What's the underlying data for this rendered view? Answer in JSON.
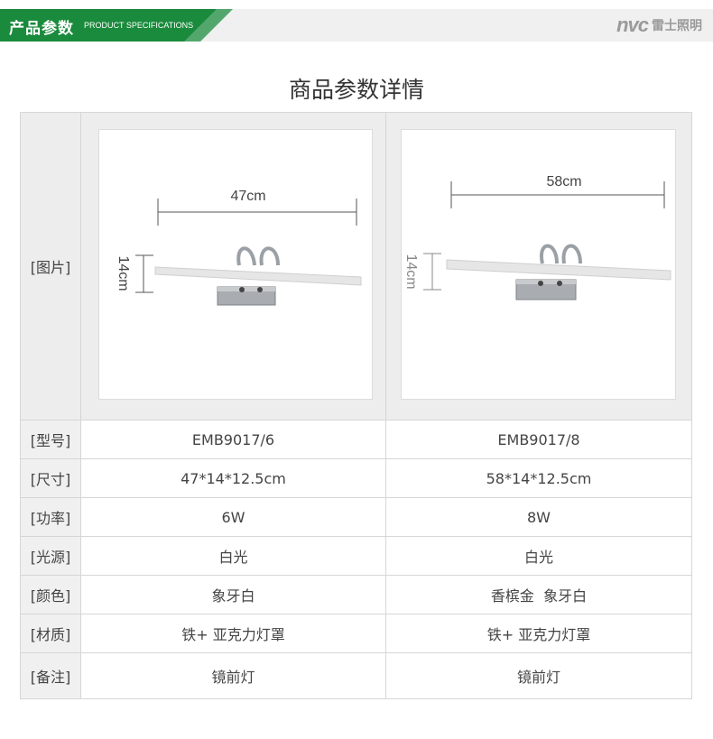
{
  "header": {
    "banner_title": "产品参数",
    "banner_subtitle": "PRODUCT SPECIFICATIONS",
    "brand_logo": "nvc",
    "brand_name": "雷士照明",
    "brand_color": "#9a9a9a",
    "banner_color": "#1a8a3c"
  },
  "page_title": "商品参数详情",
  "image_row": {
    "label": "[图片]",
    "products": [
      {
        "width_dim": "47cm",
        "height_dim": "14cm"
      },
      {
        "width_dim": "58cm",
        "height_dim": "14cm"
      }
    ]
  },
  "rows": [
    {
      "label": "[型号]",
      "values": [
        "EMB9017/6",
        "EMB9017/8"
      ]
    },
    {
      "label": "[尺寸]",
      "values": [
        "47*14*12.5cm",
        "58*14*12.5cm"
      ]
    },
    {
      "label": "[功率]",
      "values": [
        "6W",
        "8W"
      ]
    },
    {
      "label": "[光源]",
      "values": [
        "白光",
        "白光"
      ]
    },
    {
      "label": "[颜色]",
      "values": [
        "象牙白",
        "香槟金  象牙白"
      ]
    },
    {
      "label": "[材质]",
      "values": [
        "铁+ 亚克力灯罩",
        "铁+ 亚克力灯罩"
      ]
    },
    {
      "label": "[备注]",
      "values": [
        "镜前灯",
        "镜前灯"
      ]
    }
  ]
}
